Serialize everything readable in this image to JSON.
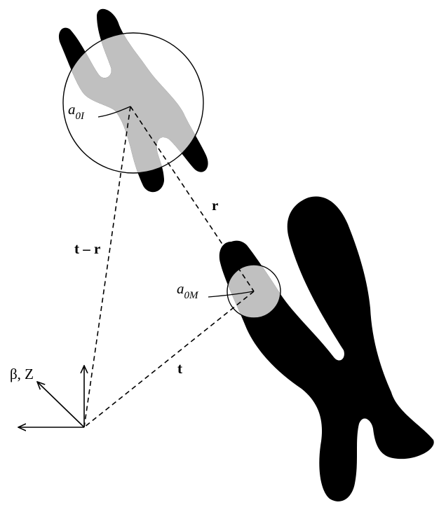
{
  "colors": {
    "chromosome_fill": "#000000",
    "overlap_fill": "#c0c0c0",
    "stroke": "#000000",
    "background": "#ffffff"
  },
  "labels": {
    "a0I_base": "a",
    "a0I_sub": "0I",
    "a0M_base": "a",
    "a0M_sub": "0M",
    "r": "r",
    "t_minus_r": "t – r",
    "t": "t",
    "axis": "β, Z"
  }
}
